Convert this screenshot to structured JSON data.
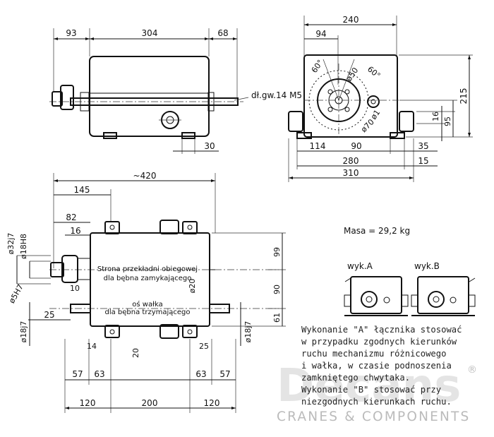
{
  "front_view": {
    "dims": {
      "left": "93",
      "middle": "304",
      "right": "68",
      "bottom_right": "30"
    },
    "thread_label": "dł.gw.14 M5"
  },
  "side_view": {
    "dims": {
      "width_top": "240",
      "offset_94": "94",
      "angle_left": "60°",
      "angle_right": "60°",
      "dia_50": "ø50",
      "dia_70": "ø70",
      "dia_1": "ø1",
      "height_215": "215",
      "h_16": "16",
      "h_95": "95",
      "b_114": "114",
      "b_90": "90",
      "b_35": "35",
      "b_280": "280",
      "b_15": "15",
      "b_310": "310"
    }
  },
  "top_view": {
    "dims": {
      "overall": "~420",
      "d145": "145",
      "d82": "82",
      "d16": "16",
      "d32j7": "ø32j7",
      "d18h8": "ø18H8",
      "d5h7": "ø5H7",
      "d10": "10",
      "d25l": "25",
      "d18j7l": "ø18j7",
      "d14": "14",
      "d20": "20",
      "d20v": "ø20",
      "d25r": "25",
      "d18j7r": "ø18j7",
      "d99": "99",
      "d90": "90",
      "d61": "61",
      "b57l": "57",
      "b63l": "63",
      "b63r": "63",
      "b57r": "57",
      "b120l": "120",
      "b200": "200",
      "b120r": "120"
    },
    "label_top_1": "Strona przekładni obiegowej",
    "label_top_2": "dla bębna zamykającego",
    "label_bot_1": "oś wałka",
    "label_bot_2": "dla bębna trzymającego"
  },
  "mass": "Masa = 29,2 kg",
  "variants": {
    "a": "wyk.A",
    "b": "wyk.B"
  },
  "note_lines": [
    "Wykonanie \"A\" łącznika stosować",
    "w przypadku zgodnych kierunków",
    "ruchu mechanizmu różnicowego",
    "i wałka, w czasie podnoszenia",
    "zamkniętego chwytaka.",
    "Wykonanie \"B\" stosować przy",
    "niezgodnych kierunkach ruchu."
  ],
  "watermark": {
    "brand": "Decans",
    "reg": "®",
    "tagline": "CRANES & COMPONENTS"
  }
}
